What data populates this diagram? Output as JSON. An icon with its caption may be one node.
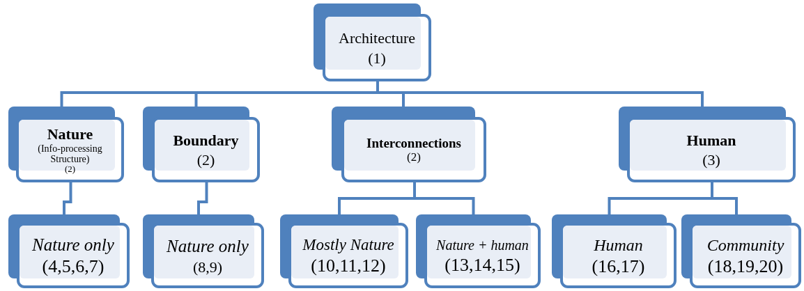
{
  "diagram": {
    "nodes": [
      {
        "text": [
          "Architecture",
          "(1)"
        ]
      },
      {
        "text": [
          "Nature",
          "(Info-processing Structure)",
          "(2)"
        ]
      },
      {
        "text": [
          "Boundary",
          "(2)"
        ]
      },
      {
        "text": [
          "Interconnections",
          "(2)"
        ]
      },
      {
        "text": [
          "Human",
          "(3)"
        ]
      },
      {
        "text": [
          "Nature only",
          "(4,5,6,7)"
        ]
      },
      {
        "text": [
          "Nature only",
          "(8,9)"
        ]
      },
      {
        "text": [
          "Mostly Nature",
          "(10,11,12)"
        ]
      },
      {
        "text": [
          "Nature + human",
          "(13,14,15)"
        ]
      },
      {
        "text": [
          "Human",
          "(16,17)"
        ]
      },
      {
        "text": [
          "Community",
          "(18,19,20)"
        ]
      }
    ],
    "edges": [
      {
        "from": 0,
        "to": 1,
        "arrow": "none"
      },
      {
        "from": 0,
        "to": 2,
        "arrow": "none"
      },
      {
        "from": 0,
        "to": 3,
        "arrow": "none"
      },
      {
        "from": 0,
        "to": 4,
        "arrow": "none"
      },
      {
        "from": 1,
        "to": 5,
        "arrow": "none"
      },
      {
        "from": 2,
        "to": 6,
        "arrow": "none"
      },
      {
        "from": 3,
        "to": 7,
        "arrow": "none"
      },
      {
        "from": 3,
        "to": 8,
        "arrow": "none"
      },
      {
        "from": 4,
        "to": 9,
        "arrow": "none"
      },
      {
        "from": 4,
        "to": 10,
        "arrow": "none"
      }
    ]
  }
}
